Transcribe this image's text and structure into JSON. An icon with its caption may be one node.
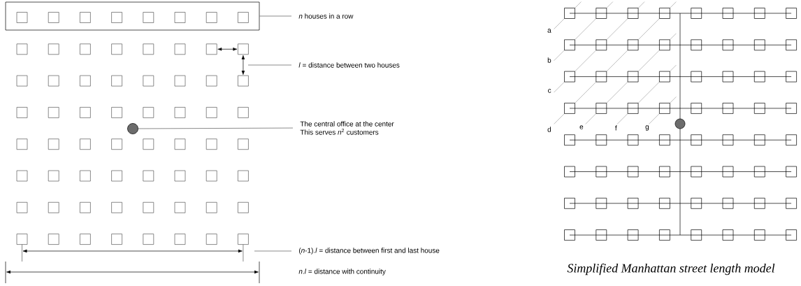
{
  "diagram": {
    "caption": "Simplified Manhattan street length model",
    "nodes": [
      {
        "text": [],
        "shape": "box"
      },
      {
        "text": [
          "*n* houses in a row"
        ]
      },
      {
        "text": [
          "*l* = distance between two houses"
        ]
      },
      {
        "text": [],
        "shape": "circle"
      },
      {
        "text": [
          "The central office at the center",
          "This serves *n*$^{2}$ customers"
        ]
      },
      {
        "text": [
          "(*n*-1).*l* = distance between first and last house"
        ]
      }
    ],
    "edges": [
      {
        "from": 1,
        "to": 0,
        "arrow": "none"
      },
      {
        "from": 2,
        "to": null,
        "arrow": "none"
      },
      {
        "from": 4,
        "to": 3,
        "arrow": "none"
      },
      {
        "from": 5,
        "to": null,
        "arrow": "none"
      }
    ],
    "labels": [
      "*n*.*l* = distance with continuity",
      "a",
      "b",
      "c",
      "d",
      "e",
      "f",
      "g"
    ]
  }
}
